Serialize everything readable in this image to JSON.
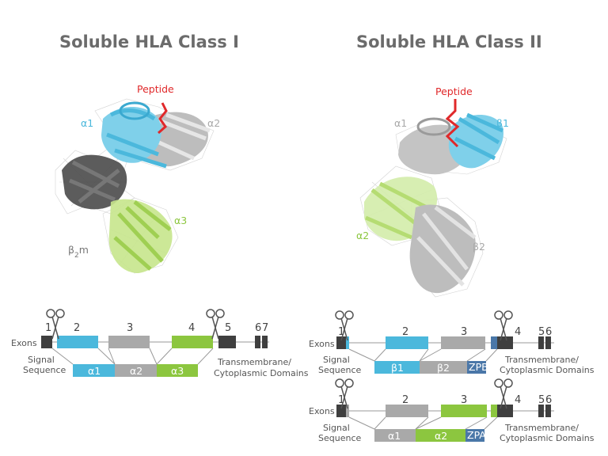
{
  "colors": {
    "blue": "#4bb8dc",
    "gray": "#a9a9a9",
    "dark": "#3f3f3f",
    "green": "#9acd32",
    "zp": "#4a77a8",
    "peptide": "#e0282a",
    "title": "#6b6b6b"
  },
  "class1": {
    "title": "Soluble HLA Class I",
    "labels": {
      "peptide": "Peptide",
      "a1": "α1",
      "a2": "α2",
      "a3": "α3",
      "b2m_b": "β",
      "b2m_sub": "2",
      "b2m_m": "m"
    },
    "exon_numbers": [
      "1",
      "2",
      "3",
      "4",
      "5",
      "6",
      "7"
    ],
    "exons_label": "Exons",
    "signal_label": [
      "Signal",
      "Sequence"
    ],
    "tm_label": [
      "Transmembrane/",
      "Cytoplasmic Domains"
    ],
    "domains": [
      "α1",
      "α2",
      "α3"
    ]
  },
  "class2": {
    "title": "Soluble HLA Class II",
    "labels": {
      "peptide": "Peptide",
      "a1": "α1",
      "b1": "β1",
      "a2": "α2",
      "b2": "β2"
    },
    "beta": {
      "exon_numbers": [
        "1",
        "2",
        "3",
        "4",
        "5",
        "6"
      ],
      "exons_label": "Exons",
      "signal_label": [
        "Signal",
        "Sequence"
      ],
      "tm_label": [
        "Transmembrane/",
        "Cytoplasmic Domains"
      ],
      "domains": [
        "β1",
        "β2",
        "ZPB"
      ]
    },
    "alpha": {
      "exon_numbers": [
        "1",
        "2",
        "3",
        "4",
        "5",
        "6"
      ],
      "exons_label": "Exons",
      "signal_label": [
        "Signal",
        "Sequence"
      ],
      "tm_label": [
        "Transmembrane/",
        "Cytoplasmic Domains"
      ],
      "domains": [
        "α1",
        "α2",
        "ZPA"
      ]
    }
  }
}
